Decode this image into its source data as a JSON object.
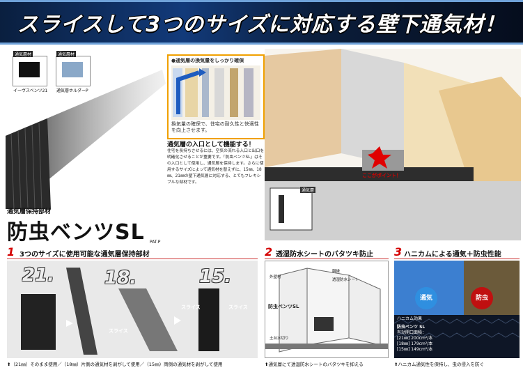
{
  "banner": {
    "title": "スライスして3つのサイズに対応する壁下通気材！"
  },
  "thumbs": [
    {
      "tag": "通気層材",
      "caption": "イーヴスベンツ21"
    },
    {
      "tag": "通気層材",
      "caption": "通気層ホルダーP"
    }
  ],
  "product": {
    "subtitle": "通気層保持部材",
    "name": "防虫ベンツSL",
    "patent": "PAT.P"
  },
  "info_box": {
    "heading": "●通気層の換気量をしっかり確保",
    "note": "換気量の確保で、住宅の耐久性と快適性を向上させます。"
  },
  "description": {
    "title": "通気層の入口として機能する！",
    "body": "住宅を長持ちさせるには、空気の流れる入口と出口を明確化させることが重要です。「防虫ベンツSL」はその入口として使用し、通気層を保持します。さらに使用するサイズによって通気材を替えずに、15㎜、18㎜、21㎜の壁下通気層に対応する、とてもフレキシブルな部材です。"
  },
  "illustration": {
    "point_label": "ここがポイント！",
    "detail_label": "通気層"
  },
  "sections": [
    {
      "num": "1",
      "title": "3つのサイズに使用可能な通気層保持部材",
      "caption": "⬆（21㎜）そのまま使用／（18㎜）片側の通気材を剥がして使用／（15㎜）両側の通気材を剥がして使用"
    },
    {
      "num": "2",
      "title": "透湿防水シートのバタツキ防止",
      "caption": "⬆通気層にて透湿防水シートのバタツキを抑える"
    },
    {
      "num": "3",
      "title": "ハニカムによる通気＋防虫性能",
      "caption": "⬆ハニカム通気性を保持し、虫の侵入を防ぐ"
    }
  ],
  "sizes": {
    "s21": "21.",
    "s18": "18.",
    "s15": "15.",
    "slice": "スライス"
  },
  "diagram": {
    "outer_wall": "外壁材",
    "sheet": "透湿防水シート",
    "frame": "胴縁",
    "product": "防虫ベンツSL",
    "base": "土台水切り"
  },
  "honeycomb": {
    "vent": "通気",
    "insect": "防虫",
    "effect_title": "ハニカム効果",
    "spec_title": "防虫ベンツ SL",
    "spec_sub": "有効開口面積：",
    "specs": [
      "[21㎜] 200cm²/本",
      "[18㎜] 179cm²/本",
      "[15㎜] 149cm²/本"
    ]
  },
  "colors": {
    "accent_red": "#d40000",
    "banner_blue": "#123a7a",
    "box_orange": "#f0a000"
  }
}
